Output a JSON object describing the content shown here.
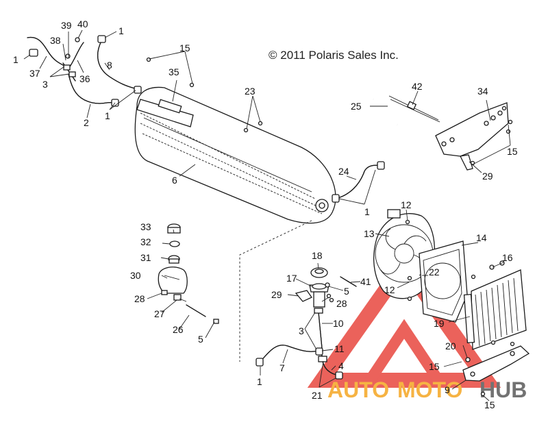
{
  "copyright": "© 2011 Polaris Sales Inc.",
  "watermark": {
    "part1": "AUTO",
    "part2": "MOTO",
    "part3": "HUB",
    "color_red": "#e8473f",
    "color_orange": "#f5a623",
    "color_gray": "#5a5a5a"
  },
  "callouts": {
    "c1a": "1",
    "c1b": "1",
    "c1c": "1",
    "c1d": "1",
    "c1e": "1",
    "c2": "2",
    "c3a": "3",
    "c3b": "3",
    "c4": "4",
    "c5a": "5",
    "c5b": "5",
    "c6": "6",
    "c7": "7",
    "c8": "8",
    "c9": "9",
    "c10": "10",
    "c11": "11",
    "c12a": "12",
    "c12b": "12",
    "c13": "13",
    "c14": "14",
    "c15a": "15",
    "c15b": "15",
    "c15c": "15",
    "c15d": "15",
    "c16": "16",
    "c17": "17",
    "c18": "18",
    "c19": "19",
    "c20": "20",
    "c21": "21",
    "c22": "22",
    "c23": "23",
    "c24": "24",
    "c25": "25",
    "c26": "26",
    "c27": "27",
    "c28a": "28",
    "c28b": "28",
    "c29a": "29",
    "c29b": "29",
    "c30": "30",
    "c31": "31",
    "c32": "32",
    "c33": "33",
    "c34": "34",
    "c35": "35",
    "c36": "36",
    "c37": "37",
    "c38": "38",
    "c39": "39",
    "c40": "40",
    "c41": "41",
    "c42": "42"
  }
}
